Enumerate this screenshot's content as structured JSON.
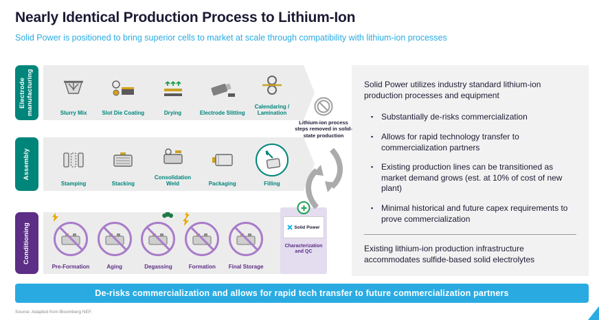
{
  "header": {
    "title": "Nearly Identical Production Process to Lithium-Ion",
    "subtitle": "Solid Power is positioned to bring superior cells to market at scale through compatibility with lithium-ion processes"
  },
  "rows": [
    {
      "label": "Electrode manufacturing",
      "color": "#00857B",
      "steps": [
        {
          "name": "Slurry Mix",
          "icon": "slurry-mix-icon"
        },
        {
          "name": "Slot Die Coating",
          "icon": "slot-die-coating-icon"
        },
        {
          "name": "Drying",
          "icon": "drying-icon"
        },
        {
          "name": "Electrode Slitting",
          "icon": "electrode-slitting-icon"
        },
        {
          "name": "Calendaring / Lamination",
          "icon": "calendaring-lamination-icon"
        }
      ]
    },
    {
      "label": "Assembly",
      "color": "#00857B",
      "steps": [
        {
          "name": "Stamping",
          "icon": "stamping-icon"
        },
        {
          "name": "Stacking",
          "icon": "stacking-icon"
        },
        {
          "name": "Consolidation Weld",
          "icon": "consolidation-weld-icon"
        },
        {
          "name": "Packaging",
          "icon": "packaging-icon"
        },
        {
          "name": "Filling",
          "icon": "filling-icon",
          "highlighted": true
        }
      ]
    },
    {
      "label": "Conditioning",
      "color": "#5C2E86",
      "steps": [
        {
          "name": "Pre-Formation",
          "icon": "pre-formation-icon",
          "removed": true
        },
        {
          "name": "Aging",
          "icon": "aging-icon",
          "removed": true
        },
        {
          "name": "Degassing",
          "icon": "degassing-icon",
          "removed": true
        },
        {
          "name": "Formation",
          "icon": "formation-icon",
          "removed": true
        },
        {
          "name": "Final Storage",
          "icon": "final-storage-icon",
          "removed": true
        },
        {
          "name": "Characterization and QC",
          "icon": "characterization-qc-box",
          "removed": false
        }
      ]
    }
  ],
  "removed_note": "Lithium-ion process steps removed in solid-state production",
  "logo": {
    "text": "Solid Power"
  },
  "right_panel": {
    "intro": "Solid Power utilizes industry standard lithium-ion production processes and equipment",
    "bullet_char": "▪",
    "bullets": [
      "Substantially de-risks commercialization",
      "Allows for rapid technology transfer to commercialization partners",
      "Existing production lines can be transitioned as market demand grows (est. at 10% of cost of new plant)",
      "Minimal historical and future capex requirements to prove commercialization"
    ],
    "footer": "Existing lithium-ion production infrastructure accommodates sulfide-based solid electrolytes"
  },
  "banner": "De-risks commercialization and allows for rapid tech transfer to future commercialization partners",
  "source": "Source: Adapted from Bloomberg NEF.",
  "colors": {
    "accent_cyan": "#29ABE2",
    "teal": "#00857B",
    "purple": "#5C2E86",
    "no_circle_purple": "#A87CC9",
    "qc_green": "#1E9E50"
  }
}
